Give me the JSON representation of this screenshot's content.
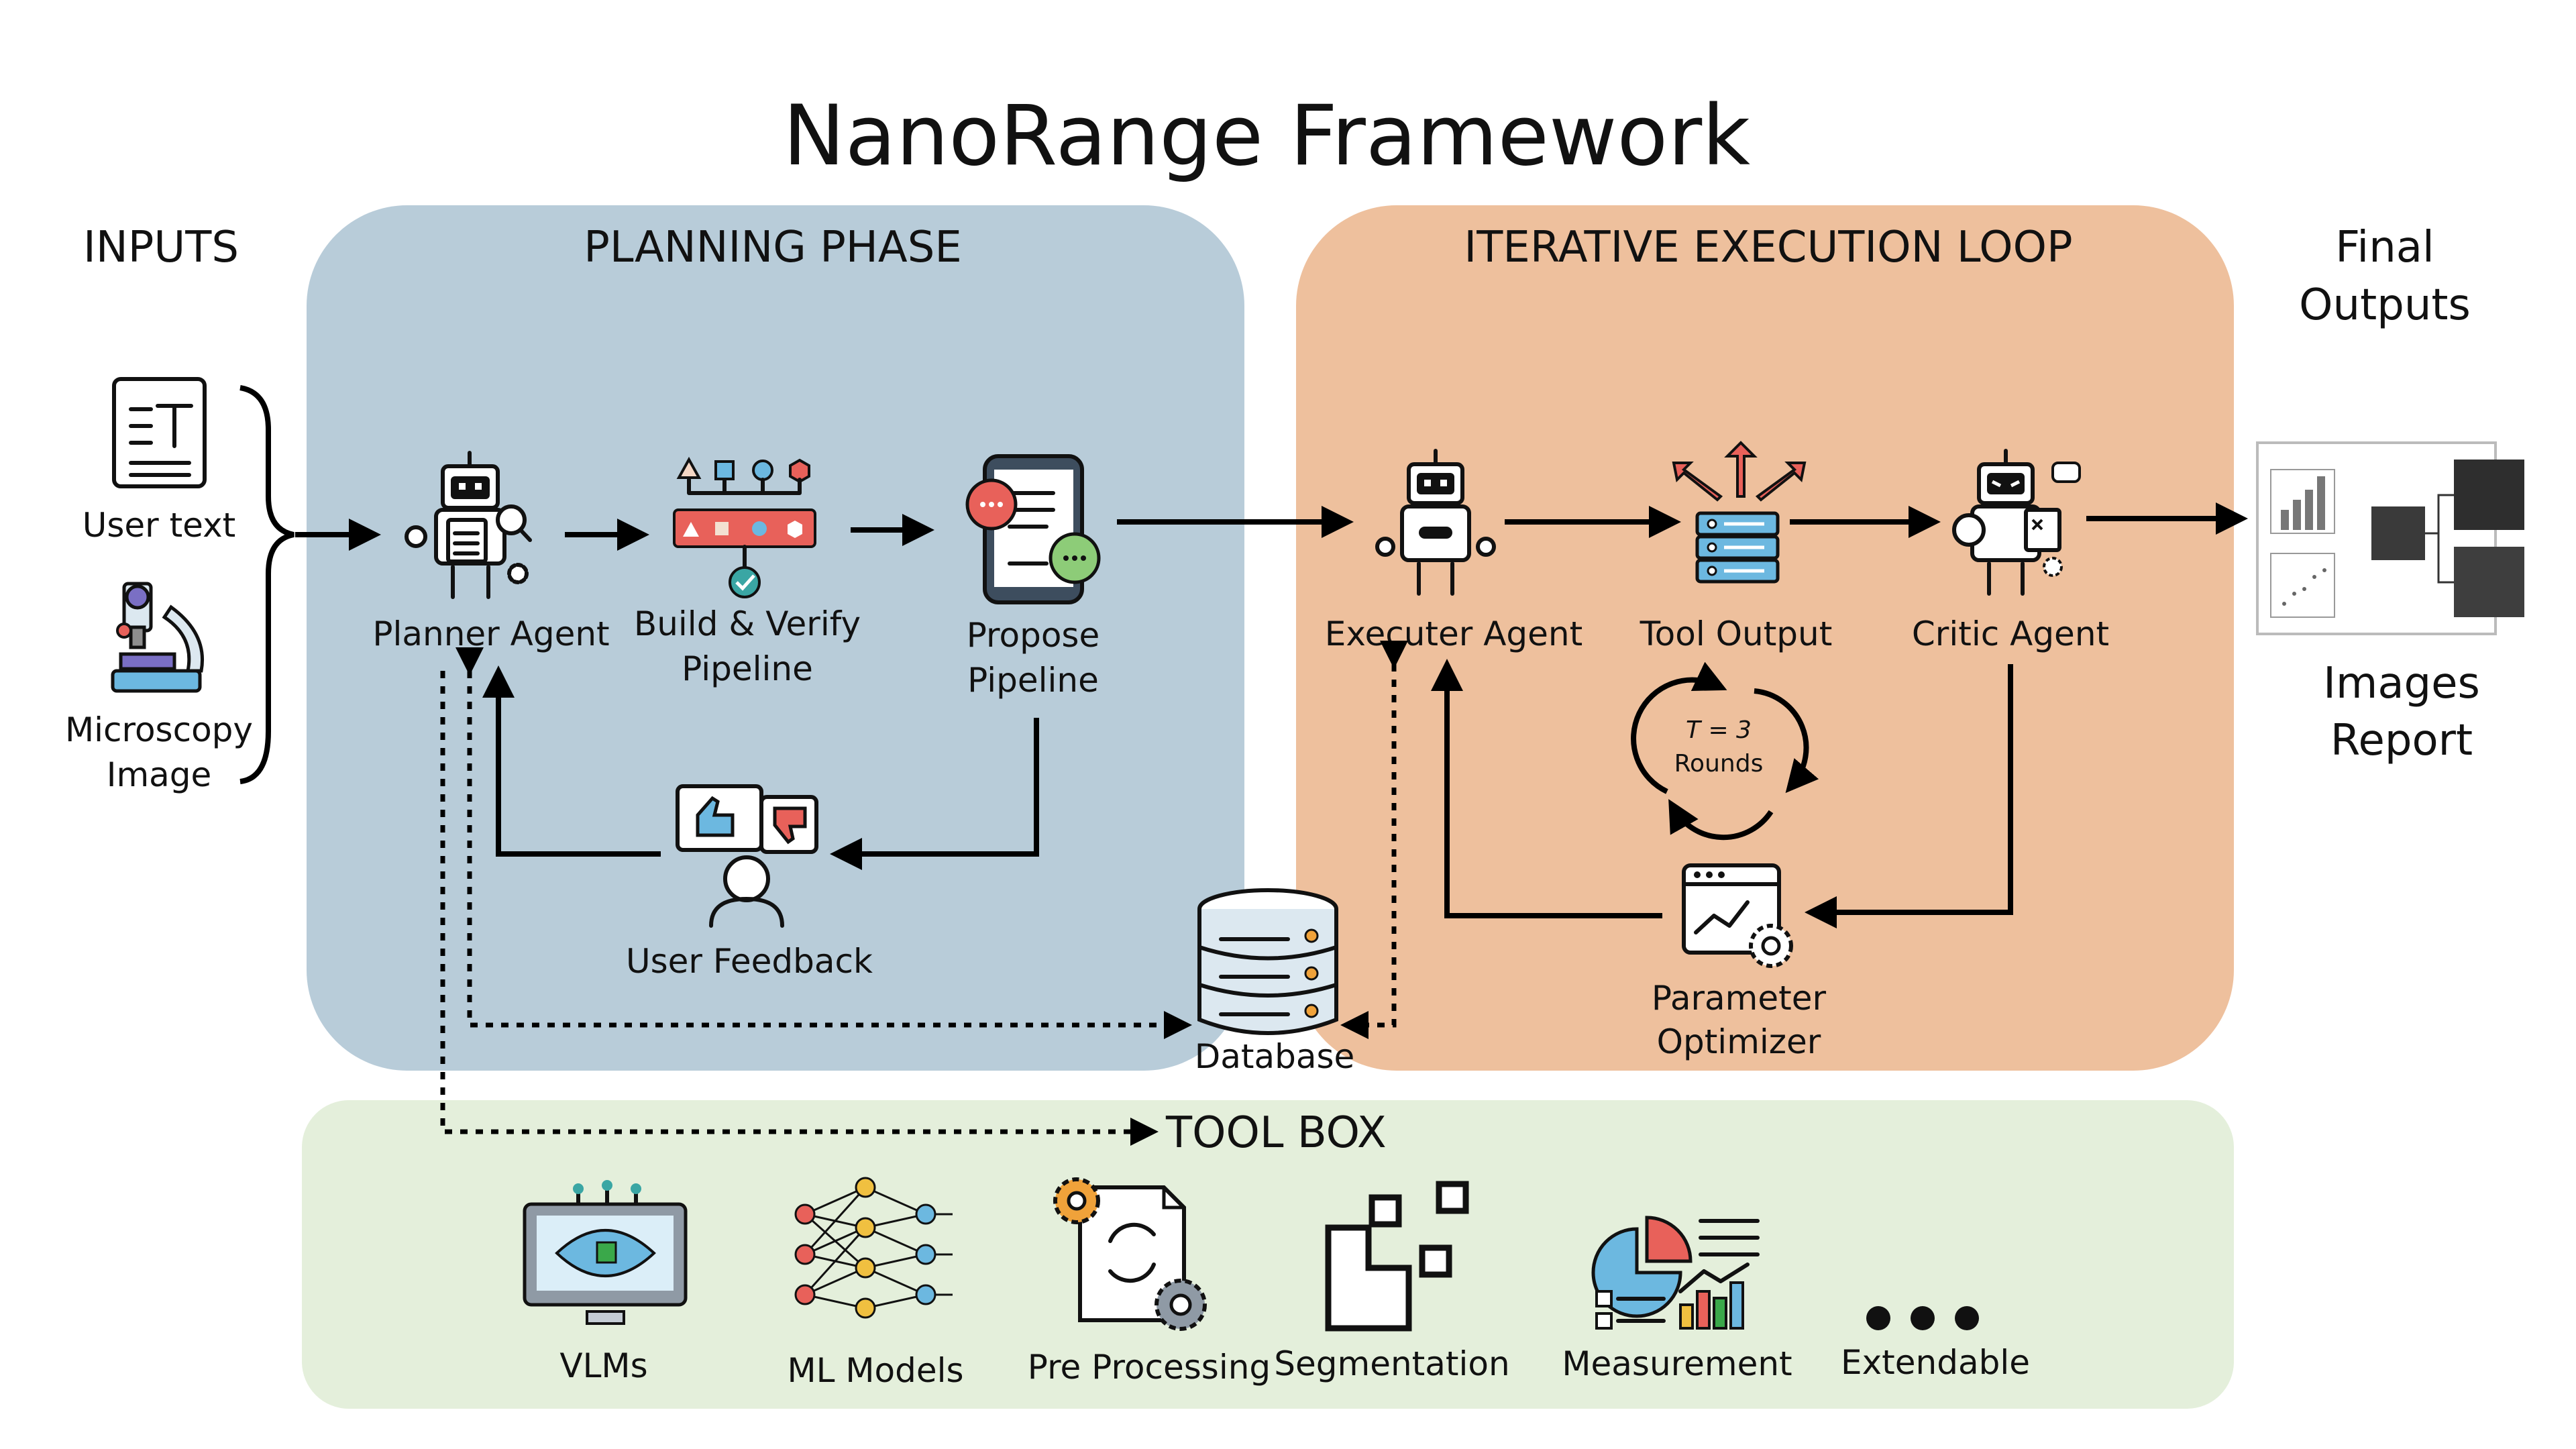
{
  "title": "NanoRange Framework",
  "inputs": {
    "header": "INPUTS",
    "user_text": "User text",
    "microscopy_image_line1": "Microscopy",
    "microscopy_image_line2": "Image"
  },
  "planning": {
    "header": "PLANNING PHASE",
    "planner_agent": "Planner Agent",
    "build_verify_line1": "Build & Verify",
    "build_verify_line2": "Pipeline",
    "propose_line1": "Propose",
    "propose_line2": "Pipeline",
    "user_feedback": "User Feedback"
  },
  "execution": {
    "header": "ITERATIVE EXECUTION LOOP",
    "executer_agent": "Executer Agent",
    "tool_output": "Tool Output",
    "critic_agent": "Critic Agent",
    "rounds_line1": "T = 3",
    "rounds_line2": "Rounds",
    "param_line1": "Parameter",
    "param_line2": "Optimizer"
  },
  "database": "Database",
  "outputs": {
    "header_line1": "Final",
    "header_line2": "Outputs",
    "line1": "Images",
    "line2": "Report"
  },
  "toolbox": {
    "header": "TOOL BOX",
    "items": [
      "VLMs",
      "ML Models",
      "Pre Processing",
      "Segmentation",
      "Measurement",
      "Extendable"
    ]
  },
  "colors": {
    "planning_bg": "#b8ccd9",
    "execution_bg": "#eec09d",
    "toolbox_bg": "#e4efdb",
    "accent_red": "#e8615a",
    "accent_blue": "#6cb8e0",
    "accent_teal": "#3aa6a4"
  }
}
